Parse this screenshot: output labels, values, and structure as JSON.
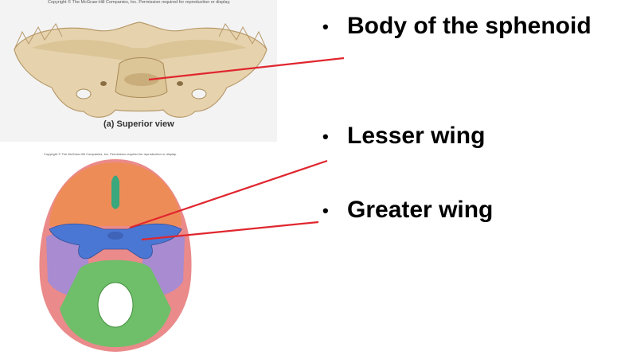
{
  "figure_a": {
    "copyright": "Copyright © The McGraw-Hill Companies, Inc. Permission required for reproduction or display.",
    "caption": "(a) Superior view"
  },
  "figure_b": {
    "copyright": "Copyright © The McGraw-Hill Companies, Inc. Permission required for reproduction or display."
  },
  "bullets": [
    {
      "marker": "•",
      "label": "Body of the sphenoid"
    },
    {
      "marker": "•",
      "label": "Lesser wing"
    },
    {
      "marker": "•",
      "label": "Greater wing"
    }
  ],
  "colors": {
    "bone": "#e6d3ae",
    "leader_line": "#e0262e",
    "frontal": "#ee8c58",
    "sphenoid": "#4b77d4",
    "temporal": "#a88bd0",
    "occipital": "#6fbf6a",
    "parietal": "#ea8a8a"
  }
}
